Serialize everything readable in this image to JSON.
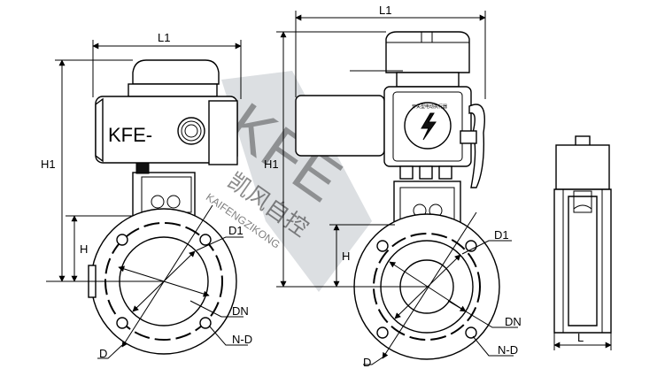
{
  "brand_label": "KFE-",
  "watermark": {
    "letters": "KFE",
    "cn_text": "凯风自控",
    "pinyin": "KAIFENGZIKONG"
  },
  "actuator_badge": "开关型电动执行器",
  "views": {
    "left": {
      "width_label": "L1",
      "height_label": "H1",
      "center_height_label": "H",
      "callouts": [
        "D1",
        "DN",
        "N-D",
        "D"
      ]
    },
    "middle": {
      "width_label": "L1",
      "height_label": "H1",
      "center_height_label": "H",
      "callouts": [
        "D1",
        "DN",
        "N-D",
        "D"
      ]
    },
    "side": {
      "length_label": "L"
    }
  }
}
